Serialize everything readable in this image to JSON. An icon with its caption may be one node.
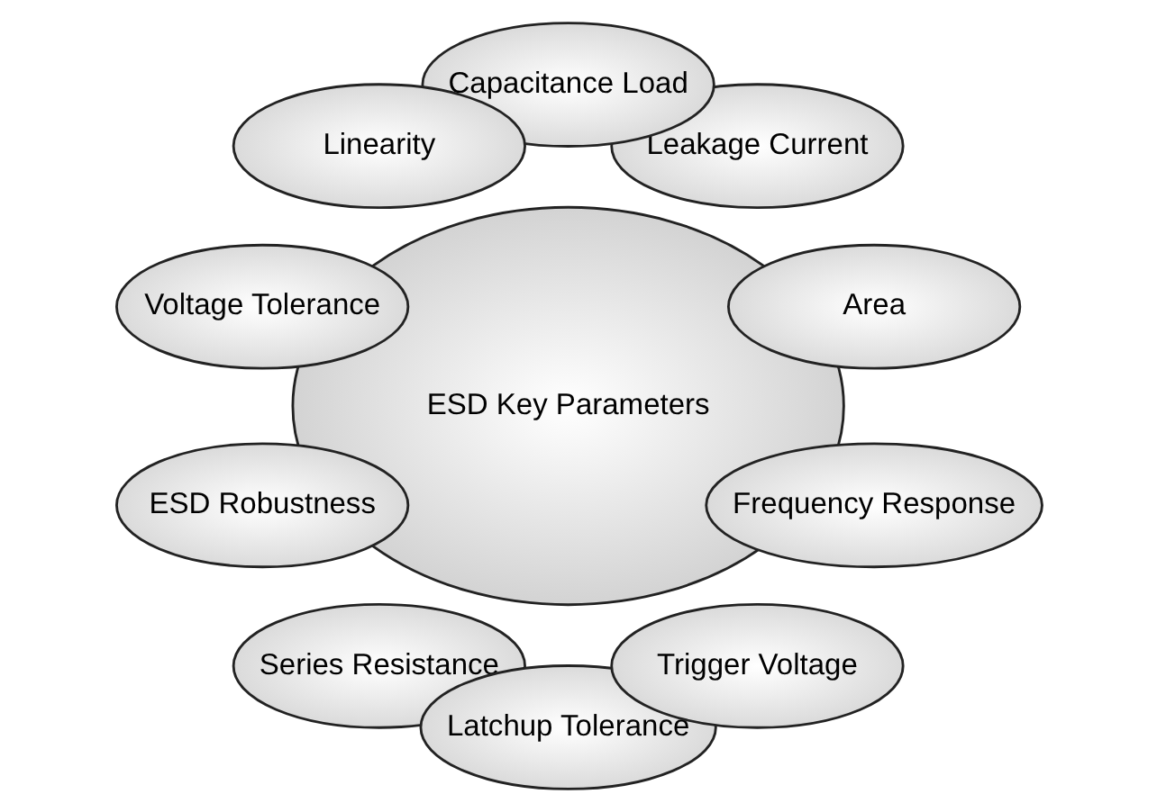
{
  "diagram": {
    "nodes": [
      {
        "text": [
          "ESD Key Parameters"
        ]
      },
      {
        "text": [
          "Area"
        ]
      },
      {
        "text": [
          "Leakage Current"
        ]
      },
      {
        "text": [
          "Capacitance Load"
        ]
      },
      {
        "text": [
          "Linearity"
        ]
      },
      {
        "text": [
          "Voltage Tolerance"
        ]
      },
      {
        "text": [
          "ESD Robustness"
        ]
      },
      {
        "text": [
          "Series Resistance"
        ]
      },
      {
        "text": [
          "Latchup Tolerance"
        ]
      },
      {
        "text": [
          "Trigger Voltage"
        ]
      },
      {
        "text": [
          "Frequency Response"
        ]
      }
    ]
  }
}
